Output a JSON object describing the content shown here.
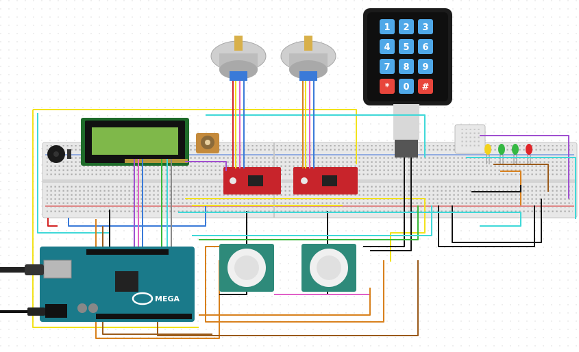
{
  "keypad": {
    "keys": [
      "1",
      "2",
      "3",
      "4",
      "5",
      "6",
      "7",
      "8",
      "9",
      "*",
      "0",
      "#"
    ],
    "special_keys": [
      "*",
      "#"
    ],
    "key_color": "#4fa8e8",
    "special_key_color": "#e8463c",
    "body_color": "#1b1b1b"
  },
  "arduino": {
    "brand_text": "MEGA",
    "board_color": "#1a7a8a"
  },
  "breadboard": {
    "color": "#e8e8e8"
  },
  "lcd": {
    "screen_color": "#7fb84a",
    "frame_color": "#1e6b2a"
  },
  "stepper_drivers": {
    "color": "#c8242b",
    "count": 2
  },
  "stepper_motors": {
    "count": 2
  },
  "pir_sensors": {
    "count": 2
  },
  "leds": {
    "colors": [
      "#f2d21c",
      "#35b843",
      "#35b843",
      "#e0252a"
    ]
  },
  "wire_colors": {
    "yellow": "#f2e21c",
    "cyan": "#3ed8d8",
    "red": "#d42323",
    "black": "#111111",
    "blue": "#3a7ad8",
    "orange": "#d8801c",
    "green": "#38b838",
    "purple": "#a050d0",
    "pink": "#e060c8",
    "brown": "#9a5a1a",
    "gray": "#888888"
  }
}
